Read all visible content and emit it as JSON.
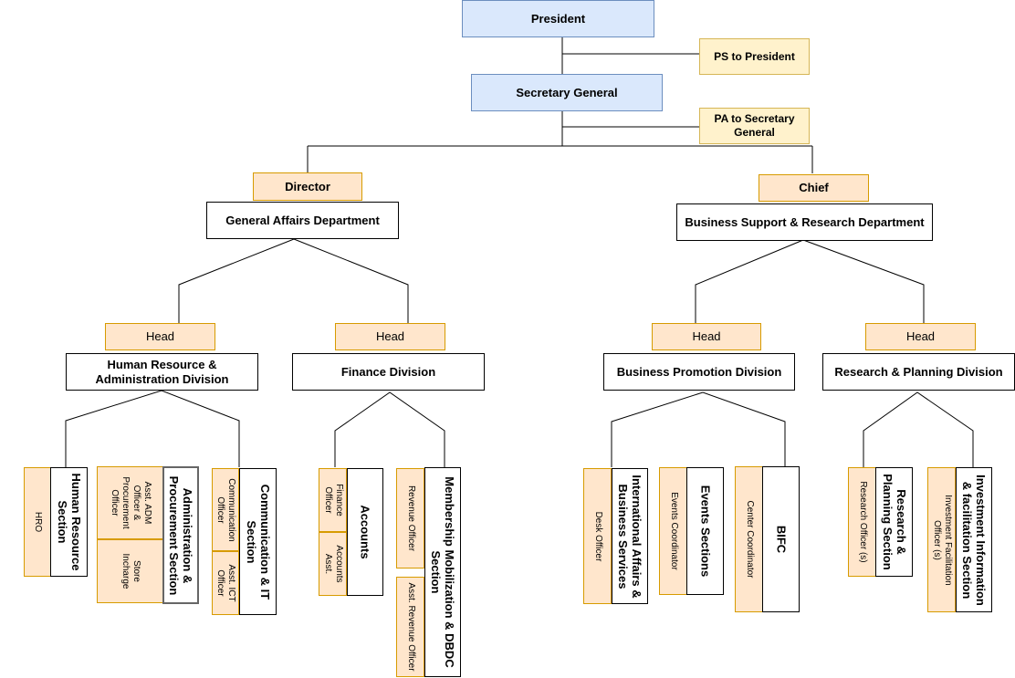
{
  "top": {
    "president": "President",
    "ps_to_president": "PS to President",
    "secretary_general": "Secretary General",
    "pa_to_secretary_general": "PA to Secretary General"
  },
  "general_affairs": {
    "director": "Director",
    "department": "General Affairs Department",
    "hr_division": {
      "head": "Head",
      "name": "Human Resource & Administration Division",
      "sections": {
        "hro": "HRO",
        "hr_section": "Human Resource Section",
        "asst_adm": "Asst. ADM Officer & Procurement Officer",
        "store_incharge": "Store Incharge",
        "admin_section": "Administration & Procurement Section",
        "comm_officer": "Communication Officer",
        "asst_ict": "Asst. ICT Officer",
        "comm_section": "Communication & IT Section"
      }
    },
    "finance_division": {
      "head": "Head",
      "name": "Finance Division",
      "sections": {
        "finance_officer": "Finance Officer",
        "accounts_asst": "Accounts Asst.",
        "accounts": "Accounts",
        "revenue_officer": "Revenue Officer",
        "asst_revenue_officer": "Asst. Revenue Officer",
        "membership_section": "Membership Mobilization & DBDC Section"
      }
    }
  },
  "business_support": {
    "chief": "Chief",
    "department": "Business Support & Research Department",
    "promotion_division": {
      "head": "Head",
      "name": "Business Promotion Division",
      "sections": {
        "desk_officer": "Desk Officer",
        "international_affairs": "International Affairs & Business Services",
        "events_coordinator": "Events Coordinator",
        "events_sections": "Events Sections",
        "center_coordinator": "Center Coordinator",
        "bifc": "BIFC"
      }
    },
    "research_division": {
      "head": "Head",
      "name": "Research & Planning Division",
      "sections": {
        "research_officer": "Research Officer (s)",
        "research_planning_section": "Research & Planning Section",
        "investment_officer": "Investment Facilitation Officer (s)",
        "investment_section": "Investment Information & facilitation Section"
      }
    }
  },
  "colors": {
    "blue_fill": "#dae8fc",
    "blue_stroke": "#6c8ebf",
    "yellow_fill": "#fff2cc",
    "yellow_stroke": "#d6b656",
    "peach_fill": "#ffe6cc",
    "peach_stroke": "#d79b00"
  }
}
